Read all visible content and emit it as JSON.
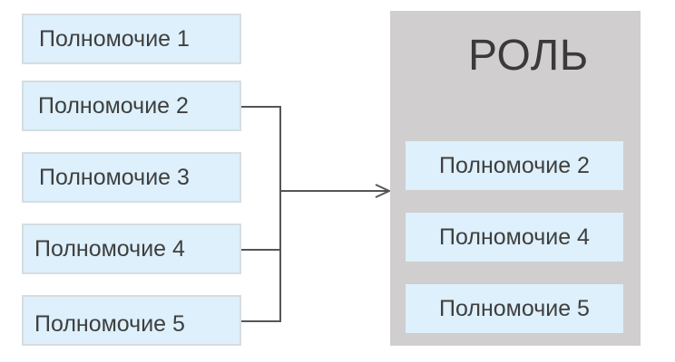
{
  "permissions": [
    {
      "label": "Полномочие 1"
    },
    {
      "label": "Полномочие 2"
    },
    {
      "label": "Полномочие 3"
    },
    {
      "label": "Полномочие 4"
    },
    {
      "label": "Полномочие 5"
    }
  ],
  "role": {
    "title": "РОЛЬ",
    "items": [
      {
        "label": "Полномочие 2"
      },
      {
        "label": "Полномочие 4"
      },
      {
        "label": "Полномочие 5"
      }
    ]
  },
  "colors": {
    "permission_fill": "#ddf0fb",
    "permission_border": "#d6dde2",
    "role_panel": "#d0cece",
    "connector": "#555555",
    "text": "#3f3f3f"
  }
}
